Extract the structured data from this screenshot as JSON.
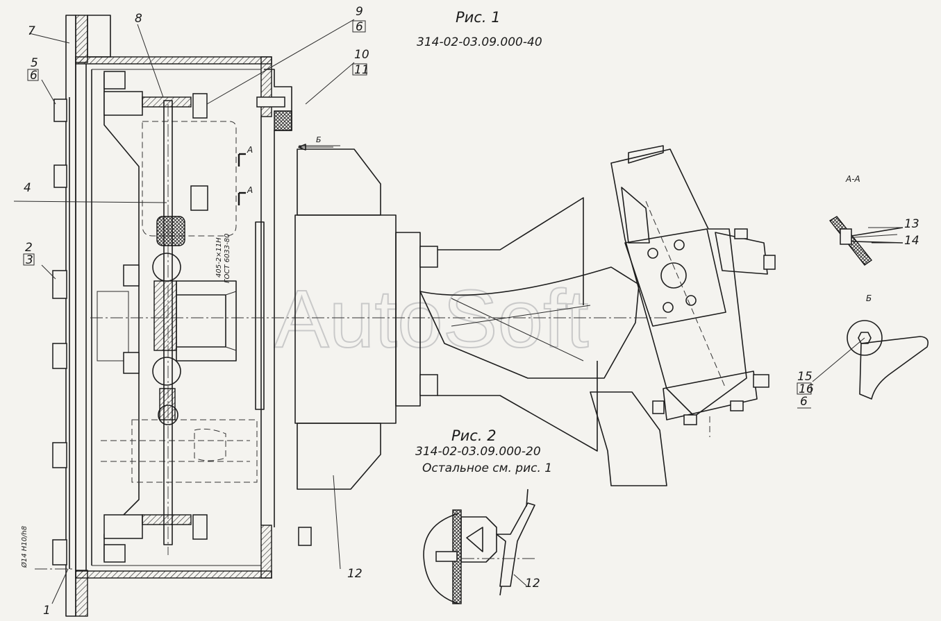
{
  "captions": {
    "fig1_title": "Рис. 1",
    "fig1_code": "314-02-03.09.000-40",
    "fig2_title": "Рис. 2",
    "fig2_code": "314-02-03.09.000-20",
    "fig2_note": "Остальное см. рис. 1"
  },
  "views": {
    "section_aa": "А-А",
    "view_b": "Б",
    "cut_a": "А",
    "arrow_b": "Б"
  },
  "callouts": {
    "p1": "1",
    "p2": "2",
    "p3": "3",
    "p4": "4",
    "p5": "5",
    "p6": "6",
    "p7": "7",
    "p8": "8",
    "p9": "9",
    "p10": "10",
    "p11": "11",
    "p12": "12",
    "p12b": "12",
    "p13": "13",
    "p14": "14",
    "p15": "15",
    "p16": "16",
    "p6b": "6",
    "p6c": "6"
  },
  "annotations": {
    "standard_note": "405-2×11Н",
    "standard_code": "ГОСТ 6033-80",
    "diameter_note": "Ø14 Н10/h8"
  },
  "watermark": "AutoSoft"
}
